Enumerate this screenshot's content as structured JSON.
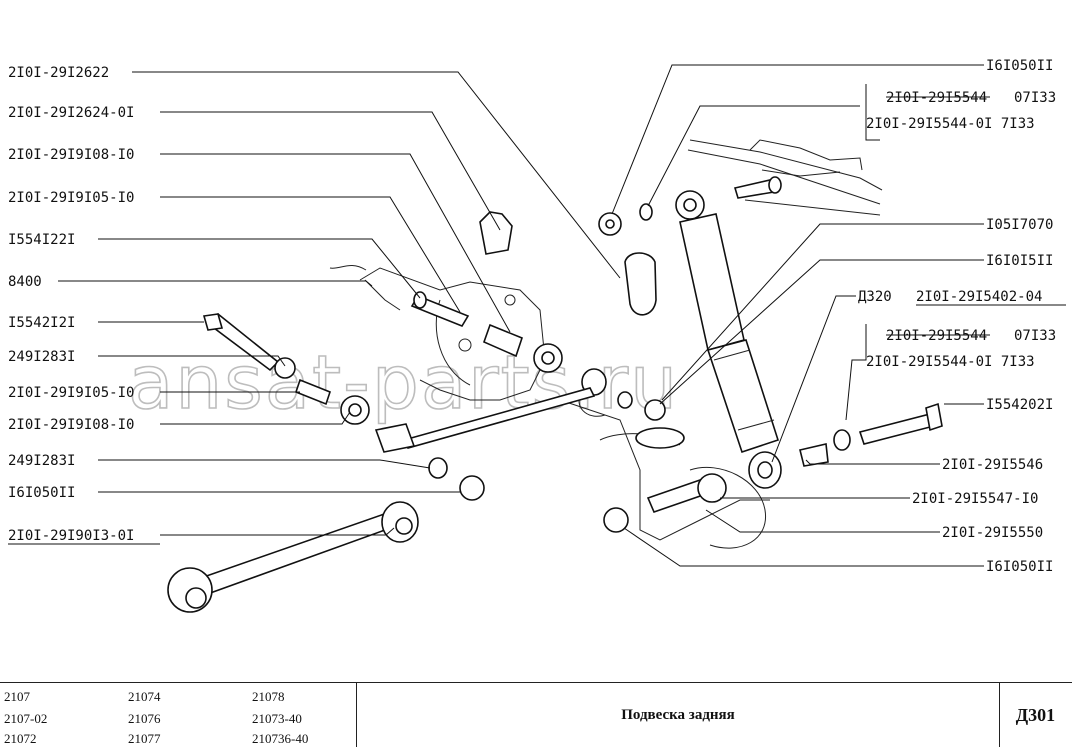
{
  "watermark": "ansat-parts.ru",
  "labels_left": [
    "2I0I-29I2622",
    "2I0I-29I2624-0I",
    "2I0I-29I9I08-I0",
    "2I0I-29I9I05-I0",
    "I554I22I",
    "8400",
    "I5542I2I",
    "249I283I",
    "2I0I-29I9I05-I0",
    "2I0I-29I9I08-I0",
    "249I283I",
    "I6I050II",
    "2I0I-29I90I3-0I"
  ],
  "labels_right": [
    "I6I050II",
    "2I0I-29I5544",
    "07I33",
    "2I0I-29I5544-0I 7I33",
    "I05I7070",
    "I6I0I5II",
    "Д320",
    "2I0I-29I5402-04",
    "2I0I-29I5544",
    "07I33",
    "2I0I-29I5544-0I 7I33",
    "I554202I",
    "2I0I-29I5546",
    "2I0I-29I5547-I0",
    "2I0I-29I5550",
    "I6I050II"
  ],
  "models": [
    [
      "2107",
      "21074",
      "21078"
    ],
    [
      "2107-02",
      "21076",
      "21073-40"
    ],
    [
      "21072",
      "21077",
      "210736-40"
    ]
  ],
  "title": "Подвеска задняя",
  "code": "Д301"
}
